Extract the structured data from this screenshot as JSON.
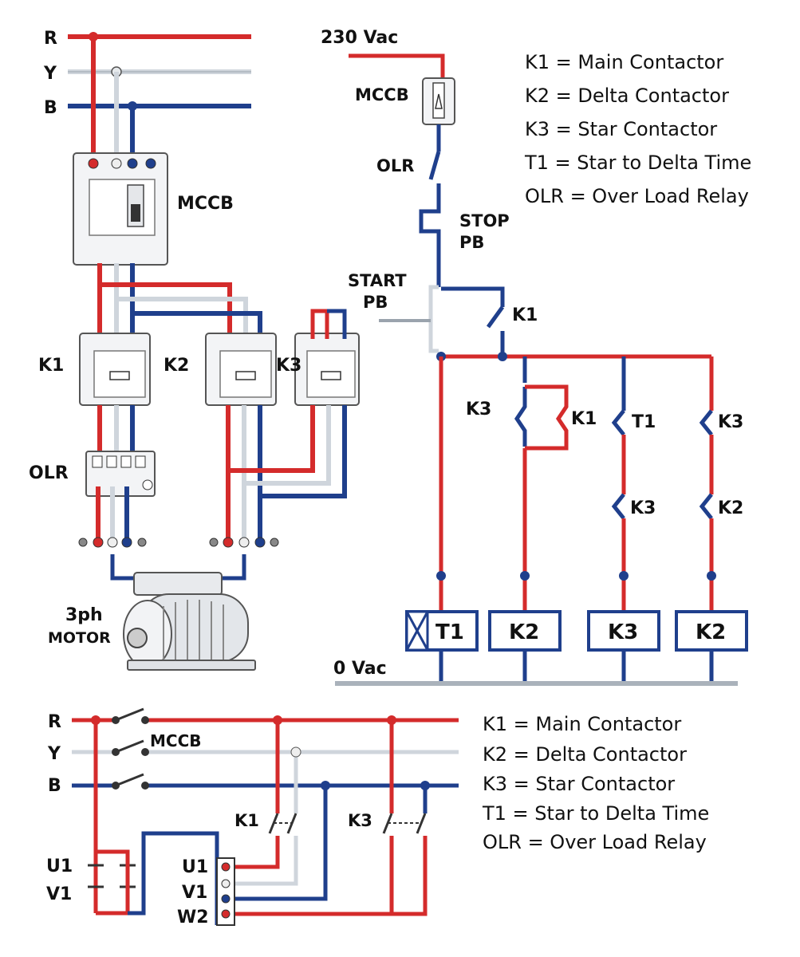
{
  "colors": {
    "red": "#d42b2b",
    "white": "#d8dde3",
    "blue": "#1f3f8c",
    "gray": "#9aa3ad",
    "outline": "#1f3f8c",
    "device": "#f3f4f6"
  },
  "power": {
    "phase_r": "R",
    "phase_y": "Y",
    "phase_b": "B",
    "mccb": "MCCB",
    "k1": "K1",
    "k2": "K2",
    "k3": "K3",
    "olr": "OLR",
    "motor_a": "3ph",
    "motor_b": "MOTOR"
  },
  "control": {
    "supply": "230 Vac",
    "mccb": "MCCB",
    "olr": "OLR",
    "stop_a": "STOP",
    "stop_b": "PB",
    "start_a": "START",
    "start_b": "PB",
    "k1_hold": "K1",
    "k3_nc": "K3",
    "k1_nc": "K1",
    "t1_c": "T1",
    "k3_c1": "K3",
    "k3_c2": "K3",
    "k2_c": "K2",
    "coil_t1": "T1",
    "coil_k2a": "K2",
    "coil_k3": "K3",
    "coil_k2b": "K2",
    "zero": "0 Vac"
  },
  "legend_top": [
    "K1 = Main Contactor",
    "K2 = Delta Contactor",
    "K3 = Star Contactor",
    "T1 = Star to Delta Time",
    "OLR = Over Load Relay"
  ],
  "legend_bottom": [
    "K1 = Main Contactor",
    "K2 = Delta Contactor",
    "K3 = Star Contactor",
    "T1 = Star to Delta Time",
    "OLR = Over Load Relay"
  ],
  "bottom": {
    "phase_r": "R",
    "phase_y": "Y",
    "phase_b": "B",
    "mccb": "MCCB",
    "k1": "K1",
    "k3": "K3",
    "u1_left": "U1",
    "v1_left": "V1",
    "u1_right": "U1",
    "v1_right": "V1",
    "w2_right": "W2"
  }
}
